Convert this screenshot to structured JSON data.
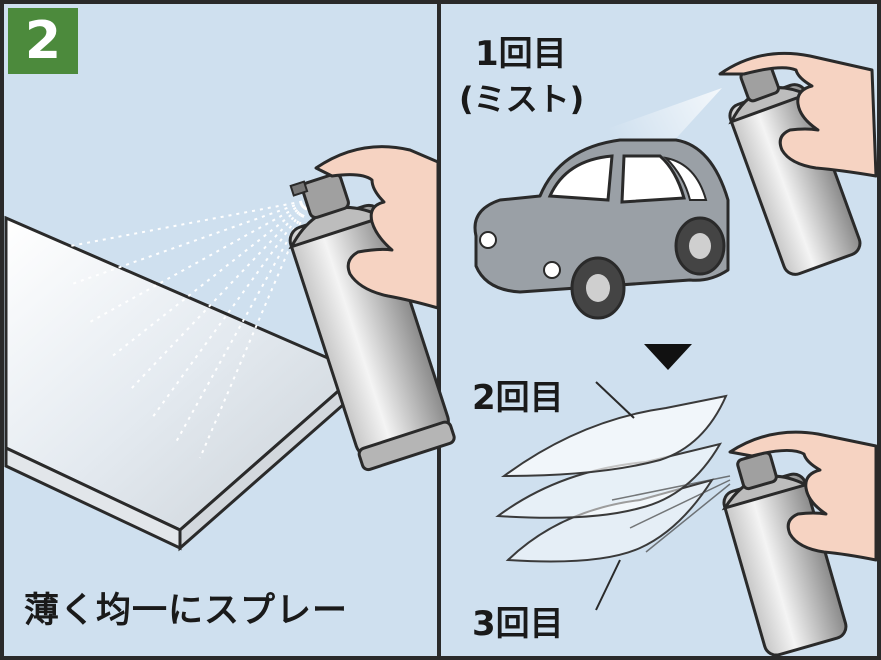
{
  "step": {
    "number": "2",
    "badge_color": "#4c8a3c"
  },
  "left_panel": {
    "caption": "薄く均一にスプレー",
    "icons": [
      "hand-icon",
      "spray-can-icon",
      "spray-mist-icon",
      "panel-board-icon"
    ]
  },
  "right_panel": {
    "pass_1_label": "1回目",
    "pass_1_note": "(ミスト)",
    "pass_2_label": "2回目",
    "pass_3_label": "3回目",
    "icons": [
      "car-icon",
      "hand-icon",
      "spray-can-icon",
      "down-arrow-icon",
      "coating-layers-icon"
    ]
  },
  "colors": {
    "background": "#cfe0ef",
    "outline": "#2a2a2a",
    "skin": "#f6d3c2",
    "can_gray": "#9b9b9b",
    "car_gray": "#9aa0a6"
  }
}
